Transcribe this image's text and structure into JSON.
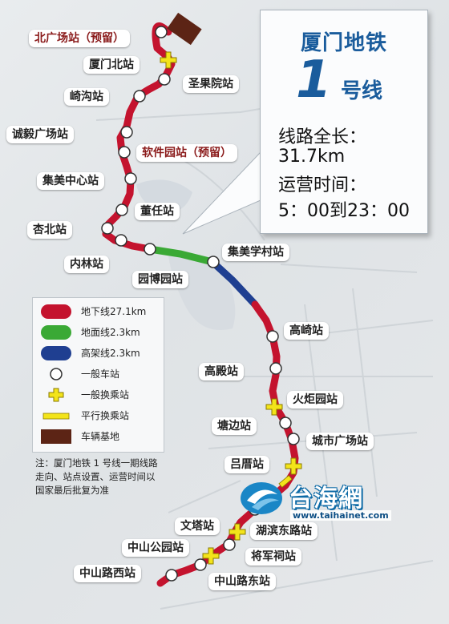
{
  "info_box": {
    "title_prefix": "厦门地铁",
    "line_number": "1",
    "title_suffix": "号线",
    "length_label": "线路全长：",
    "length_value": "31.7km",
    "hours_label": "运营时间：",
    "hours_value": "5：00到23：00"
  },
  "stations": [
    {
      "key": "north-square",
      "name": "北广场站（预留）",
      "reserved": true
    },
    {
      "key": "xiamen-north",
      "name": "厦门北站"
    },
    {
      "key": "shengguoyuan",
      "name": "圣果院站"
    },
    {
      "key": "qigou",
      "name": "崎沟站"
    },
    {
      "key": "chengyi-square",
      "name": "诚毅广场站"
    },
    {
      "key": "software-park",
      "name": "软件园站（预留）",
      "reserved": true
    },
    {
      "key": "jimei-center",
      "name": "集美中心站"
    },
    {
      "key": "dongren",
      "name": "董任站"
    },
    {
      "key": "xingbei",
      "name": "杏北站"
    },
    {
      "key": "neilin",
      "name": "内林站"
    },
    {
      "key": "yuanboyuan",
      "name": "园博园站"
    },
    {
      "key": "jimei-xuecun",
      "name": "集美学村站"
    },
    {
      "key": "gaoqi",
      "name": "高崎站"
    },
    {
      "key": "gaodian",
      "name": "高殿站"
    },
    {
      "key": "huojuyuan",
      "name": "火炬园站"
    },
    {
      "key": "tangbian",
      "name": "塘边站"
    },
    {
      "key": "city-square",
      "name": "城市广场站"
    },
    {
      "key": "lvcuo",
      "name": "吕厝站"
    },
    {
      "key": "wenta",
      "name": "文塔站"
    },
    {
      "key": "hubin-east",
      "name": "湖滨东路站"
    },
    {
      "key": "zhongshan-park",
      "name": "中山公园站"
    },
    {
      "key": "jiangjunci",
      "name": "将军祠站"
    },
    {
      "key": "zhongshan-west",
      "name": "中山路西站"
    },
    {
      "key": "zhongshan-east",
      "name": "中山路东站"
    }
  ],
  "legend": [
    {
      "key": "underground",
      "label": "地下线27.1km",
      "color": "#c4132e"
    },
    {
      "key": "surface",
      "label": "地面线2.3km",
      "color": "#3aa935"
    },
    {
      "key": "elevated",
      "label": "高架线2.3km",
      "color": "#1f3f91"
    },
    {
      "key": "station",
      "label": "一般车站",
      "color": "#ffffff"
    },
    {
      "key": "transfer",
      "label": "一般换乘站",
      "color": "#f3e41a"
    },
    {
      "key": "parallel",
      "label": "平行换乘站",
      "color": "#f3e41a"
    },
    {
      "key": "depot",
      "label": "车辆基地",
      "color": "#5c2415"
    }
  ],
  "note": "注：厦门地铁 1 号线一期线路走向、站点设置、运营时间以国家最后批复为准",
  "watermark": {
    "name": "台海網",
    "url": "www.taihainet.com"
  },
  "colors": {
    "underground": "#c4132e",
    "surface": "#3aa935",
    "elevated": "#1f3f91",
    "depot": "#5c2415",
    "transfer": "#f3e41a",
    "info_title": "#1a5c9c"
  }
}
